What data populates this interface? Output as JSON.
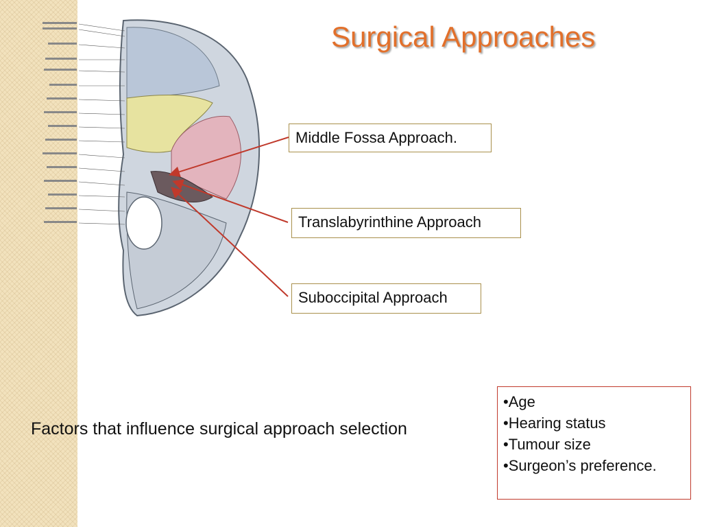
{
  "title": "Surgical Approaches",
  "callouts": {
    "middle_fossa": "Middle Fossa Approach.",
    "translabyrinthine": "Translabyrinthine Approach",
    "suboccipital": "Suboccipital Approach"
  },
  "factors": {
    "label": "Factors that influence surgical approach selection",
    "items": [
      "•Age",
      "•Hearing status",
      "•Tumour size",
      "•Surgeon’s preference."
    ]
  },
  "colors": {
    "title": "#e2702b",
    "arrows": "#c0392b",
    "callout_border": "#a88f4a",
    "side_strip": "#f2e2bd"
  }
}
